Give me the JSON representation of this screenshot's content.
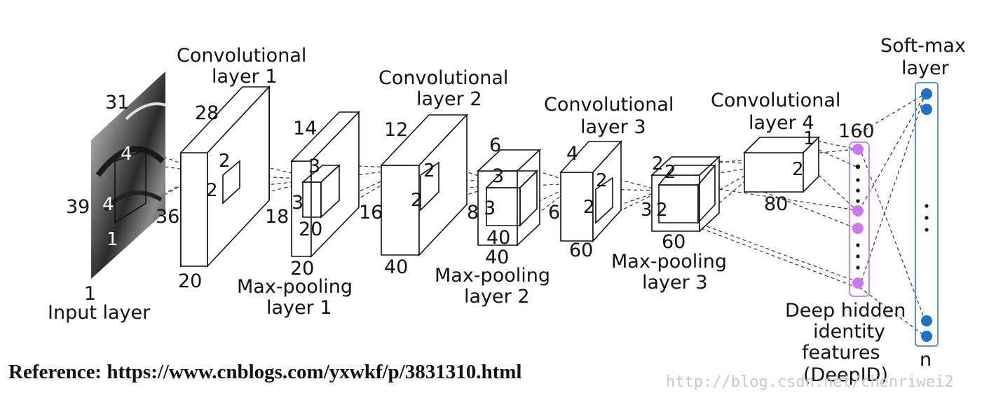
{
  "input_layer": {
    "label": "Input layer",
    "depth": "1",
    "height": "39",
    "width": "31",
    "kernel_h": "4",
    "kernel_w": "4",
    "kernel_d": "1"
  },
  "conv1": {
    "title_line1": "Convolutional",
    "title_line2": "layer 1",
    "width": "28",
    "height": "36",
    "depth": "20",
    "kernel_h": "2",
    "kernel_w": "2"
  },
  "pool1": {
    "title_line1": "Max-pooling",
    "title_line2": "layer 1",
    "width": "14",
    "height": "18",
    "depth": "20",
    "kernel_h": "3",
    "kernel_w": "3",
    "kernel_d": "20"
  },
  "conv2": {
    "title_line1": "Convolutional",
    "title_line2": "layer 2",
    "width": "12",
    "height": "16",
    "depth": "40",
    "kernel_h": "2",
    "kernel_w": "2"
  },
  "pool2": {
    "title_line1": "Max-pooling",
    "title_line2": "layer 2",
    "width": "6",
    "height": "8",
    "depth": "40",
    "kernel_h": "3",
    "kernel_w": "3",
    "kernel_d": "40"
  },
  "conv3": {
    "title_line1": "Convolutional",
    "title_line2": "layer 3",
    "width": "4",
    "height": "6",
    "depth": "60",
    "kernel_h": "2",
    "kernel_w": "2"
  },
  "pool3": {
    "title_line1": "Max-pooling",
    "title_line2": "layer 3",
    "width": "2",
    "height": "3",
    "depth": "60",
    "kernel_h": "2",
    "kernel_w": "2"
  },
  "conv4": {
    "title_line1": "Convolutional",
    "title_line2": "layer 4",
    "width": "1",
    "height": "2",
    "depth": "80"
  },
  "deepid": {
    "size": "160",
    "line1": "Deep hidden",
    "line2": "identity",
    "line3": "features",
    "line4": "(DeepID)",
    "color": "#cc77ee"
  },
  "softmax": {
    "title_line1": "Soft-max",
    "title_line2": "layer",
    "size": "n",
    "color": "#1a73c8"
  },
  "reference": "Reference: https://www.cnblogs.com/yxwkf/p/3831310.html",
  "watermark": "http://blog.csdn.net/chenriwei2"
}
